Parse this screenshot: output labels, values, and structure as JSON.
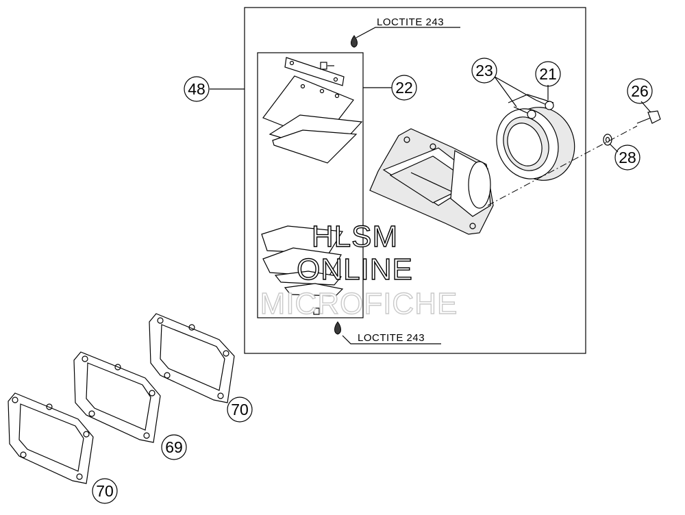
{
  "callouts": {
    "c48": "48",
    "c22": "22",
    "c23": "23",
    "c21": "21",
    "c26": "26",
    "c28": "28",
    "c70_top": "70",
    "c69": "69",
    "c70_bottom": "70"
  },
  "notes": {
    "loctite_top": "LOCTITE 243",
    "loctite_bottom": "LOCTITE 243"
  },
  "watermark": {
    "line1": "HLSM",
    "line2": "ONLINE",
    "line3": "MICROFICHE"
  }
}
